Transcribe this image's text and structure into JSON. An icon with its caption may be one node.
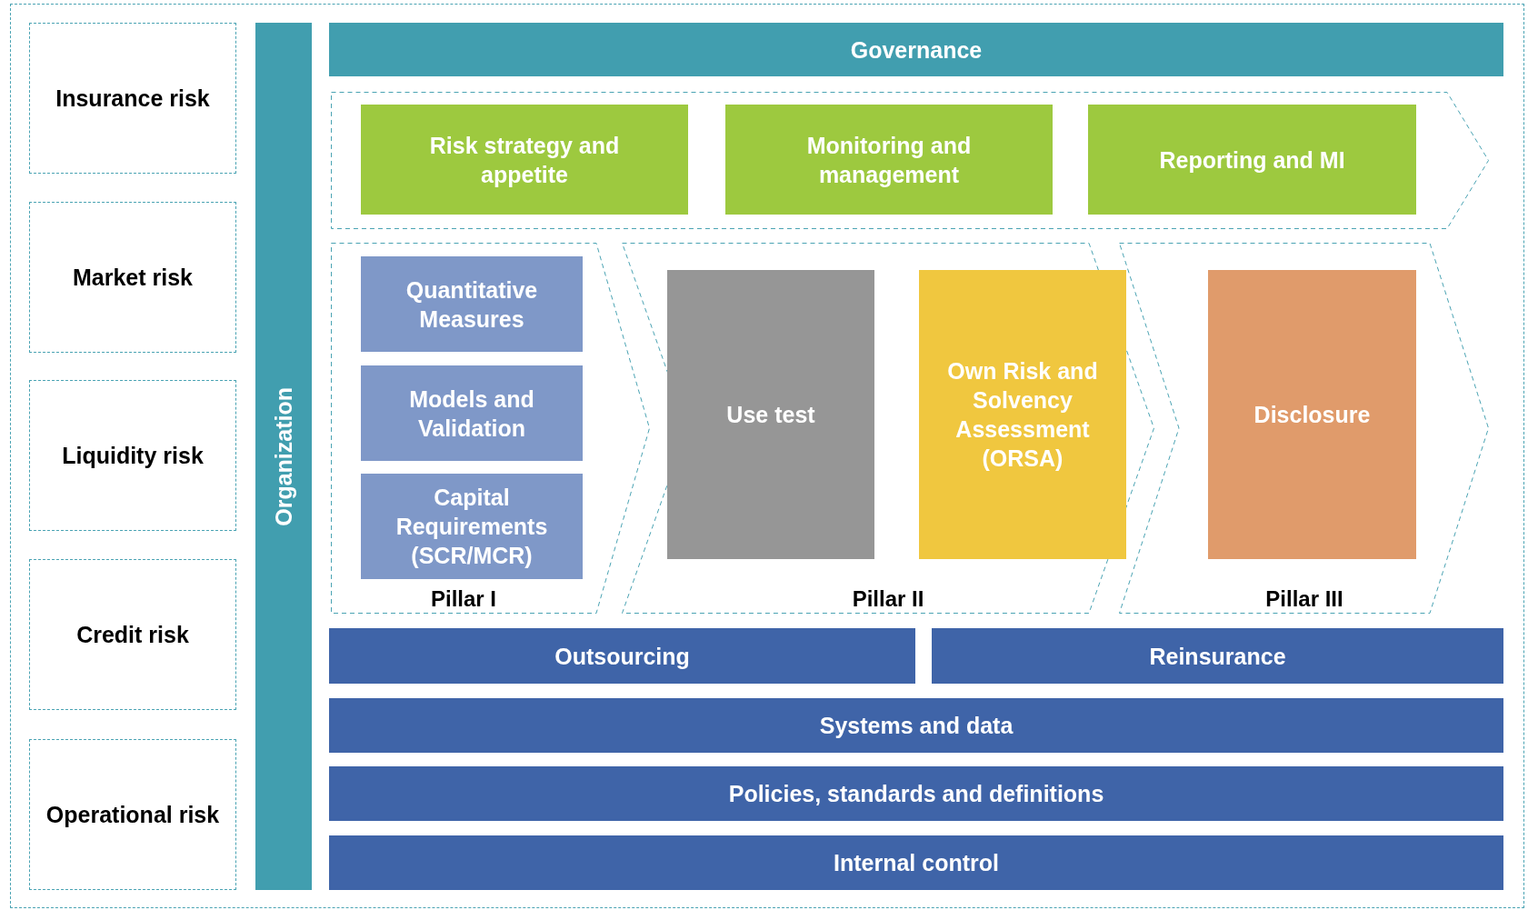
{
  "diagram": {
    "nodes": [
      {
        "text": [
          "Insurance risk"
        ]
      },
      {
        "text": [
          "Market risk"
        ]
      },
      {
        "text": [
          "Liquidity risk"
        ]
      },
      {
        "text": [
          "Credit risk"
        ]
      },
      {
        "text": [
          "Operational risk"
        ]
      },
      {
        "text": [
          "Organization"
        ]
      },
      {
        "text": [
          "Governance"
        ]
      },
      {
        "text": [],
        "shape": "arrow"
      },
      {
        "text": [
          "Risk strategy and appetite"
        ],
        "in": 7
      },
      {
        "text": [
          "Monitoring and management"
        ],
        "in": 7
      },
      {
        "text": [
          "Reporting and MI"
        ],
        "in": 7
      },
      {
        "text": [
          "Pillar I"
        ]
      },
      {
        "text": [
          "Quantitative Measures"
        ],
        "in": 11
      },
      {
        "text": [
          "Models and Validation"
        ],
        "in": 11
      },
      {
        "text": [
          "Capital Requirements (SCR/MCR)"
        ],
        "in": 11
      },
      {
        "text": [
          "Pillar II"
        ]
      },
      {
        "text": [
          "Use test"
        ],
        "in": 15
      },
      {
        "text": [
          "Own Risk and Solvency Assessment (ORSA)"
        ],
        "in": 15
      },
      {
        "text": [
          "Pillar III"
        ]
      },
      {
        "text": [
          "Disclosure"
        ],
        "in": 18
      },
      {
        "text": [
          "Outsourcing"
        ]
      },
      {
        "text": [
          "Reinsurance"
        ]
      },
      {
        "text": [
          "Systems and data"
        ]
      },
      {
        "text": [
          "Policies, standards and definitions"
        ]
      },
      {
        "text": [
          "Internal control"
        ]
      }
    ]
  }
}
